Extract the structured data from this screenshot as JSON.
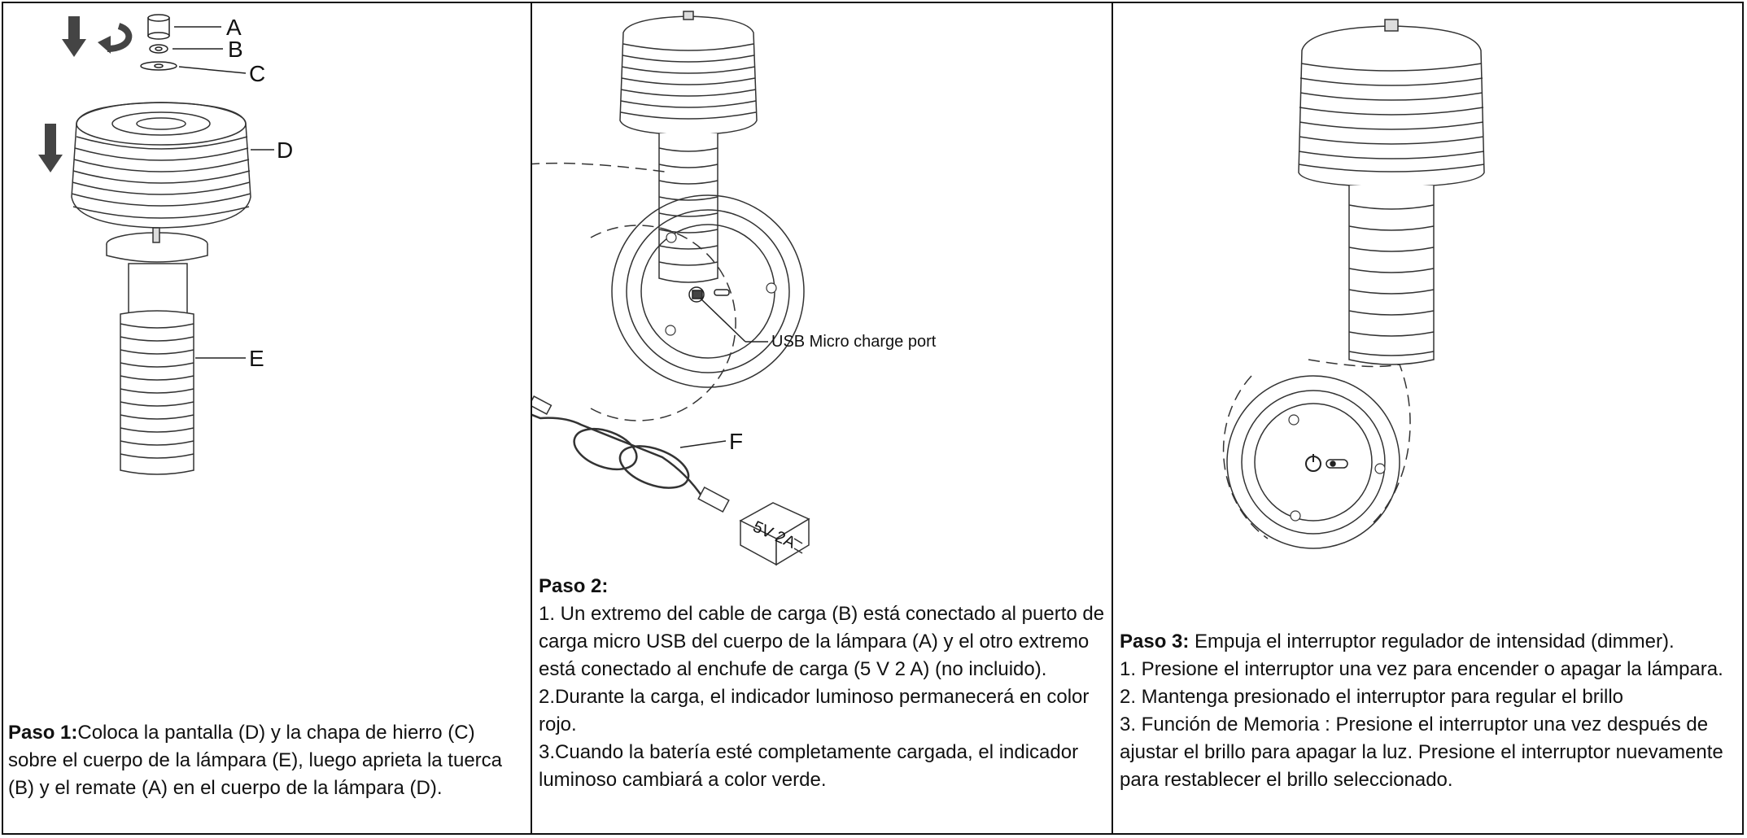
{
  "panel1": {
    "labels": {
      "a": "A",
      "b": "B",
      "c": "C",
      "d": "D",
      "e": "E"
    },
    "step_title": "Paso 1:",
    "step_text": "Coloca la pantalla (D) y la chapa de hierro (C) sobre el cuerpo de la lámpara (E), luego aprieta la tuerca (B) y el remate (A) en el cuerpo de la lámpara (D)."
  },
  "panel2": {
    "port_label": "USB Micro charge port",
    "cable_label": "F",
    "charger_text": "5V 2A",
    "step_title": "Paso 2:",
    "lines": [
      "1. Un extremo del cable de carga (B) está conectado al puerto de carga micro USB del cuerpo de la lámpara (A) y el otro extremo está conectado al enchufe de carga (5 V 2 A) (no incluido).",
      "2.Durante la carga, el indicador luminoso permanecerá en color rojo.",
      "3.Cuando la batería esté completamente cargada, el indicador luminoso cambiará a color verde."
    ]
  },
  "panel3": {
    "step_title": "Paso 3:",
    "step_intro": " Empuja el interruptor regulador de intensidad (dimmer).",
    "lines": [
      "1. Presione el interruptor una vez para encender o apagar la lámpara.",
      "2. Mantenga presionado el interruptor para regular el brillo",
      "3. Función de Memoria : Presione el interruptor una vez después de ajustar el brillo para apagar la luz. Presione el interruptor nuevamente para restablecer el brillo seleccionado."
    ]
  }
}
